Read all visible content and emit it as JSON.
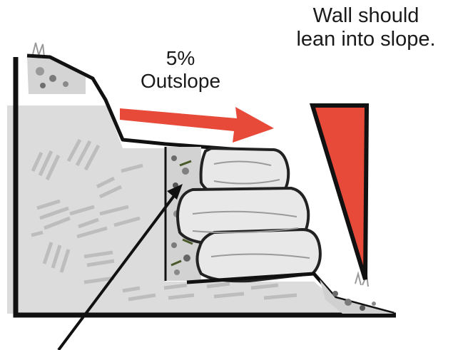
{
  "labels": {
    "lean_line1": "Wall should",
    "lean_line2": "lean into slope.",
    "outslope_value": "5%",
    "outslope_word": "Outslope"
  },
  "colors": {
    "arrow": "#e84a3a",
    "wedge": "#e84a3a",
    "outline": "#111111",
    "ground_shadow": "#d9d9d9",
    "hatch": "#bdbdbd",
    "fill_gravel": "#d8d8d8",
    "boulder": "#e6e6e6"
  },
  "icons": {
    "outslope_arrow": "right-arrow",
    "lean_wedge": "down-triangle",
    "pointer": "pointer-arrow"
  }
}
